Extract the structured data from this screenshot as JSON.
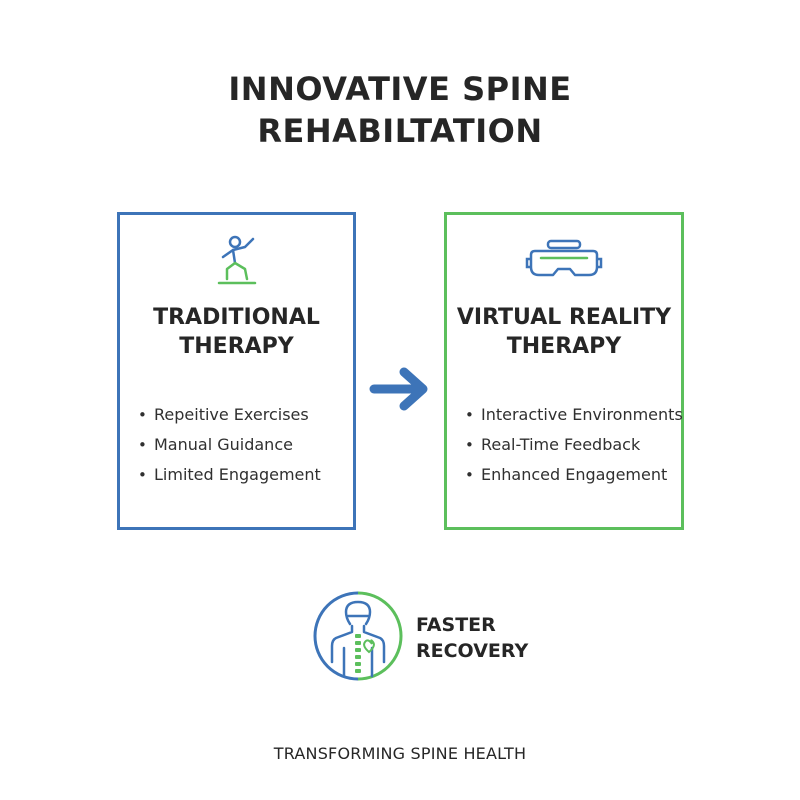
{
  "title": {
    "line1": "INNOVATIVE SPINE",
    "line2": "REHABILTATION"
  },
  "traditional": {
    "heading_line1": "TRADITIONAL",
    "heading_line2": "THERAPY",
    "icon": "exercise-figure-icon",
    "items": [
      "Repeitive Exercises",
      "Manual Guidance",
      "Limited Engagement"
    ]
  },
  "vr": {
    "heading_line1": "VIRTUAL REALITY",
    "heading_line2": "THERAPY",
    "icon": "vr-headset-icon",
    "items": [
      "Interactive Environments",
      "Real-Time Feedback",
      "Enhanced Engagement"
    ]
  },
  "outcome": {
    "line1": "FASTER",
    "line2": "RECOVERY",
    "icon": "spine-body-icon"
  },
  "footer": "TRANSFORMING SPINE HEALTH",
  "colors": {
    "blue": "#3d74b8",
    "green": "#5cbf5c",
    "text": "#262626"
  }
}
